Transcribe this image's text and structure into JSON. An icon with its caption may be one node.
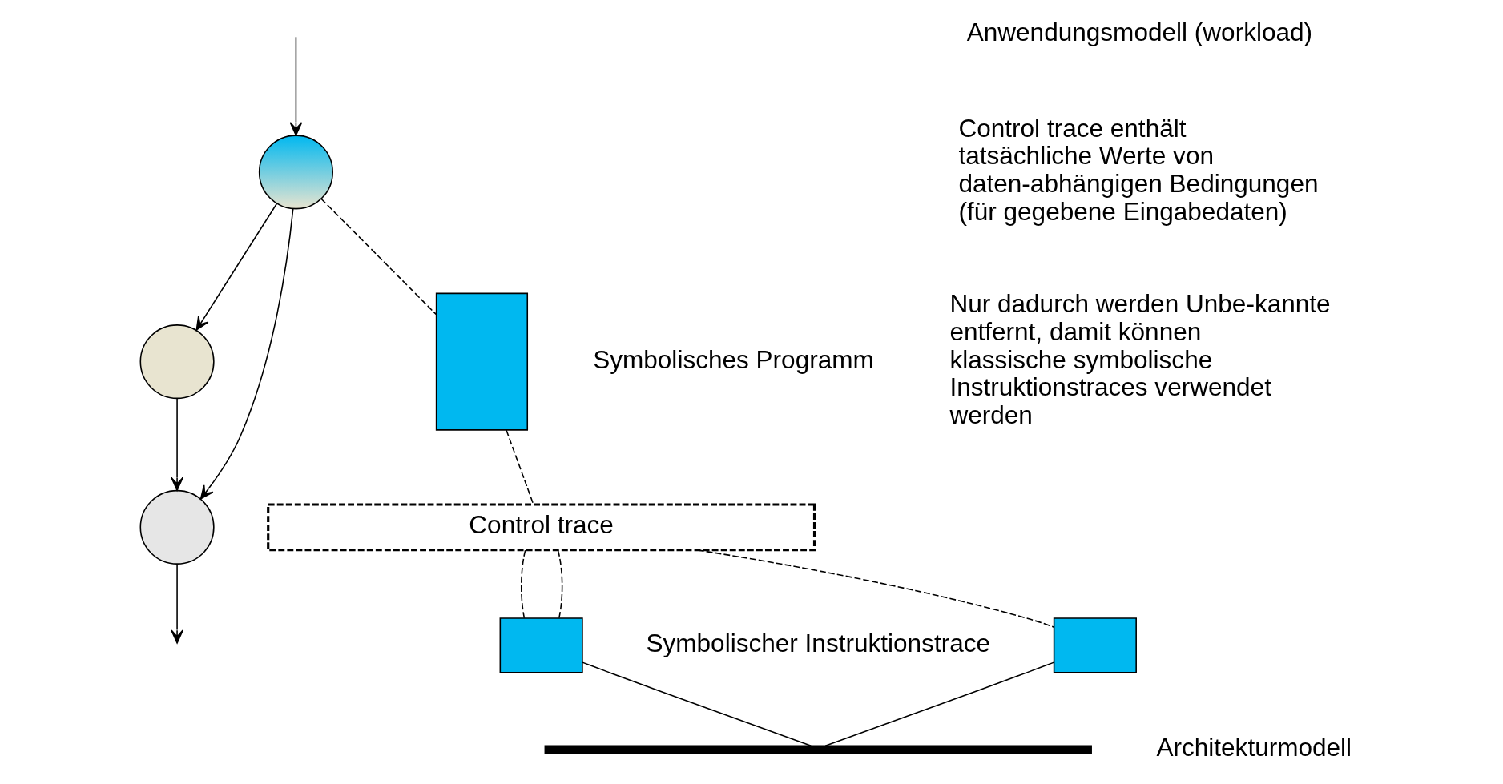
{
  "diagram": {
    "nodes": [
      {
        "text": [],
        "shape": "circle"
      },
      {
        "text": [],
        "shape": "circle"
      },
      {
        "text": [],
        "shape": "circle"
      },
      {
        "text": [],
        "shape": "box",
        "beside": [
          "Symbolisches Programm"
        ]
      },
      {
        "text": [
          "Control trace"
        ]
      },
      {
        "text": [],
        "shape": "box",
        "beside": [
          "Symbolischer Instruktionstrace"
        ]
      },
      {
        "text": [],
        "shape": "box"
      },
      {
        "text": [],
        "shape": "bar"
      }
    ],
    "edges": [
      {
        "from": null,
        "to": 0,
        "arrow": "to"
      },
      {
        "from": 0,
        "to": 2,
        "arrow": "to"
      },
      {
        "from": 0,
        "to": 1,
        "arrow": "to"
      },
      {
        "from": 1,
        "to": 2,
        "arrow": "to"
      },
      {
        "from": 2,
        "to": null,
        "arrow": "to"
      },
      {
        "from": 0,
        "to": 3,
        "arrow": "none",
        "style": "dashed"
      },
      {
        "from": 3,
        "to": 4,
        "arrow": "none",
        "style": "dashed"
      },
      {
        "from": 4,
        "to": 5,
        "arrow": "none",
        "style": "dashed"
      },
      {
        "from": 4,
        "to": 5,
        "arrow": "none",
        "style": "dashed"
      },
      {
        "from": 4,
        "to": 6,
        "arrow": "none",
        "style": "dashed"
      },
      {
        "from": 5,
        "to": 7,
        "arrow": "none"
      },
      {
        "from": 6,
        "to": 7,
        "arrow": "none"
      }
    ],
    "labels": [
      "Anwendungsmodell (workload)",
      "Control trace enthält tatsächliche Werte von daten-abhängigen Bedingungen (für gegebene Eingabedaten)",
      "Nur dadurch werden Unbe-kannte entfernt, damit können klassische symbolische Instruktionstraces verwendet werden",
      "Architekturmodell"
    ]
  }
}
